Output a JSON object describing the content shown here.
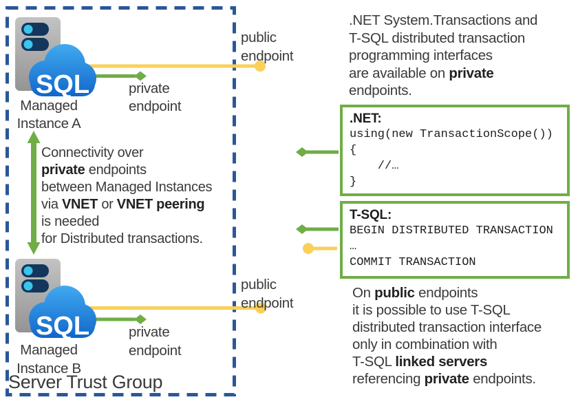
{
  "colors": {
    "accent_green": "#70ad47",
    "accent_yellow": "#fad05a",
    "trust_border_blue": "#2b5797",
    "cloud_blue_top": "#41aaf0",
    "cloud_blue_bottom": "#0f63c8",
    "server_gray": "#aeaeae",
    "server_bar_navy": "#14365c",
    "server_led_cyan": "#3cc5ec",
    "text_dark": "#3a3a3a"
  },
  "trust_group": {
    "label": "Server Trust Group",
    "instances": [
      {
        "logo": "SQL",
        "name_lines": [
          "Managed",
          "Instance A"
        ],
        "public_endpoint_label": [
          "public",
          "endpoint"
        ],
        "private_endpoint_label": [
          "private",
          "endpoint"
        ]
      },
      {
        "logo": "SQL",
        "name_lines": [
          "Managed",
          "Instance B"
        ],
        "public_endpoint_label": [
          "public",
          "endpoint"
        ],
        "private_endpoint_label": [
          "private",
          "endpoint"
        ]
      }
    ]
  },
  "connectivity_note": {
    "lines": [
      [
        {
          "t": "Connectivity over"
        }
      ],
      [
        {
          "t": "private",
          "b": true
        },
        {
          "t": " endpoints"
        }
      ],
      [
        {
          "t": "between Managed Instances"
        }
      ],
      [
        {
          "t": "via "
        },
        {
          "t": "VNET",
          "b": true
        },
        {
          "t": " or "
        },
        {
          "t": "VNET peering",
          "b": true
        }
      ],
      [
        {
          "t": "is needed"
        }
      ],
      [
        {
          "t": "for Distributed transactions."
        }
      ]
    ]
  },
  "private_note": {
    "lines": [
      [
        {
          "t": ".NET System.Transactions and"
        }
      ],
      [
        {
          "t": "T-SQL distributed transaction"
        }
      ],
      [
        {
          "t": "programming interfaces"
        }
      ],
      [
        {
          "t": "are available on "
        },
        {
          "t": "private",
          "b": true
        }
      ],
      [
        {
          "t": "endpoints."
        }
      ]
    ]
  },
  "public_note": {
    "lines": [
      [
        {
          "t": "On "
        },
        {
          "t": "public",
          "b": true
        },
        {
          "t": " endpoints"
        }
      ],
      [
        {
          "t": "it is possible to use T-SQL"
        }
      ],
      [
        {
          "t": "distributed transaction interface"
        }
      ],
      [
        {
          "t": "only in combination with"
        }
      ],
      [
        {
          "t": "T-SQL "
        },
        {
          "t": "linked servers",
          "b": true
        }
      ],
      [
        {
          "t": "referencing "
        },
        {
          "t": "private",
          "b": true
        },
        {
          "t": " endpoints."
        }
      ]
    ]
  },
  "dotnet_box": {
    "title": ".NET:",
    "code": [
      "using(new TransactionScope())",
      "{",
      "    //…",
      "}"
    ]
  },
  "tsql_box": {
    "title": "T-SQL:",
    "code": [
      "BEGIN DISTRIBUTED TRANSACTION",
      "…",
      "COMMIT TRANSACTION"
    ]
  }
}
